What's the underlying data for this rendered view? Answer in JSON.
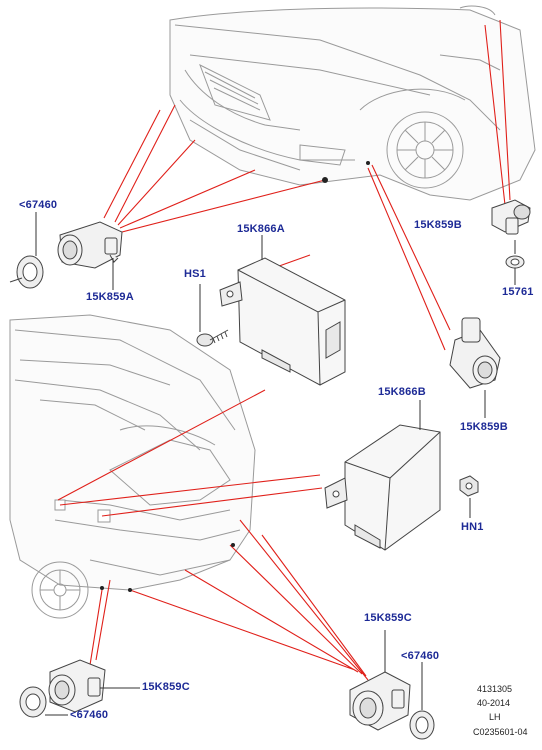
{
  "diagram": {
    "part_labels": {
      "sensor_front_left": "15K859A",
      "sensor_front_right_top": "15K859B",
      "sensor_front_right_side": "15K859B",
      "sensor_rear_left": "15K859C",
      "sensor_rear_center": "15K859C",
      "module_front": "15K866A",
      "module_rear": "15K866B",
      "screw": "HS1",
      "nut": "HN1",
      "seal_front_left": "<67460",
      "seal_rear_left": "<67460",
      "seal_rear_center": "<67460",
      "grommet": "15761"
    },
    "reference": {
      "line1": "4131305",
      "line2": "40-2014",
      "line3": "LH",
      "line4": "C0235601-04"
    }
  },
  "colors": {
    "callout_red": "#e0201a",
    "label_blue": "#1d2a96",
    "outline": "#555555"
  }
}
